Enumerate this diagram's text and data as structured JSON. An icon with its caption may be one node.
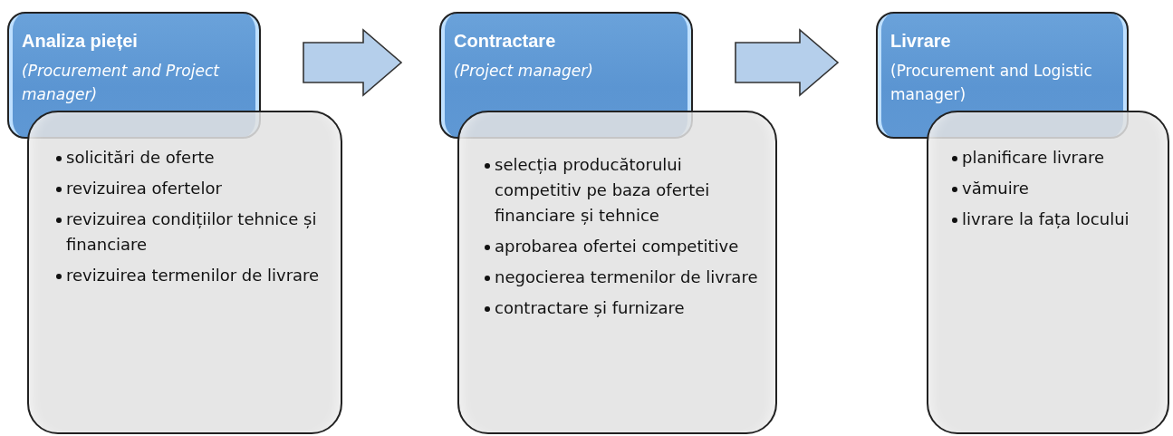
{
  "diagram": {
    "nodes": [
      {
        "text": [
          "Analiza pieței",
          "(Procurement and Project manager)"
        ]
      },
      {
        "text": [
          "solicitări de oferte",
          "revizuirea ofertelor",
          "revizuirea condițiilor tehnice și financiare",
          "revizuirea termenilor de livrare"
        ]
      },
      {
        "text": [
          "Contractare",
          "(Project manager)"
        ]
      },
      {
        "text": [
          "selecția producătorului competitiv pe baza ofertei financiare și tehnice",
          "aprobarea ofertei competitive",
          "negocierea termenilor de livrare",
          "contractare și furnizare"
        ]
      },
      {
        "text": [
          "Livrare",
          "(Procurement and Logistic manager)"
        ]
      },
      {
        "text": [
          "planificare livrare",
          "vămuire",
          "livrare la fața locului"
        ]
      }
    ],
    "edges": [
      {
        "from": 0,
        "to": 2,
        "arrow": "to"
      },
      {
        "from": 2,
        "to": 4,
        "arrow": "to"
      }
    ]
  }
}
